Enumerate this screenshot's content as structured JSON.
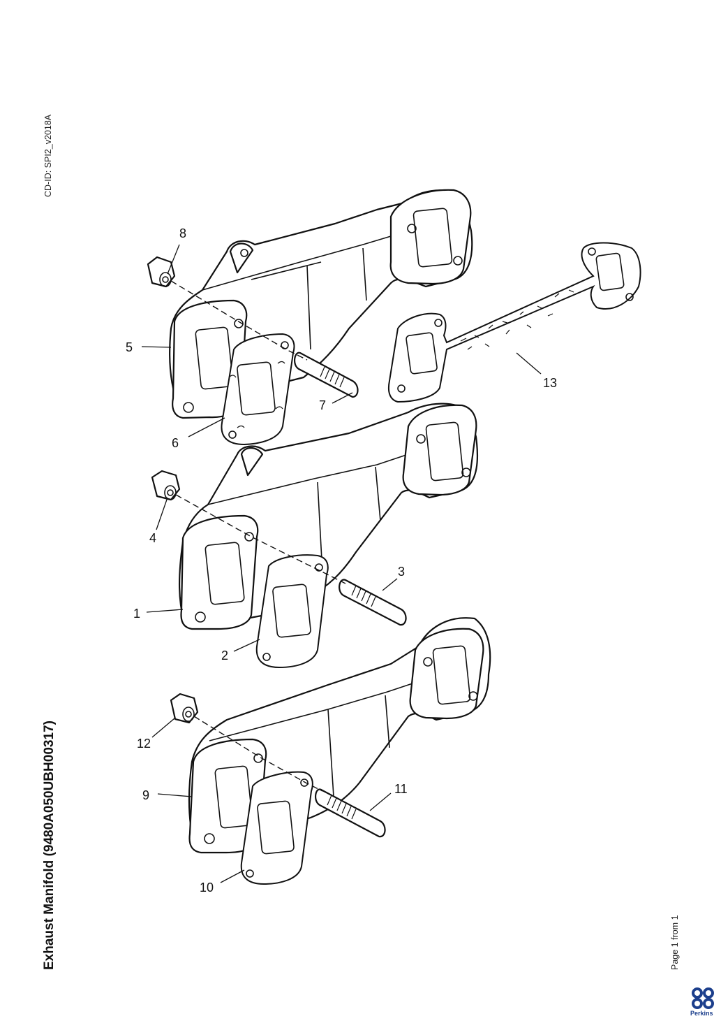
{
  "document": {
    "cd_id": "CD-ID: SPI2_v2018A",
    "title": "Exhaust Manifold (9480A050UBH00317)",
    "page_count": "Page 1 from 1",
    "brand": "Perkins",
    "brand_color": "#1c3f8c"
  },
  "diagram": {
    "callouts": [
      "1",
      "2",
      "3",
      "4",
      "5",
      "6",
      "7",
      "8",
      "9",
      "10",
      "11",
      "12",
      "13"
    ]
  }
}
